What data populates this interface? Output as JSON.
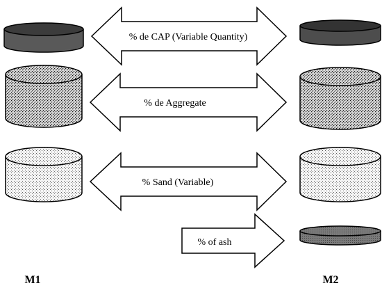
{
  "diagram": {
    "mixtures": {
      "left": "M1",
      "right": "M2"
    },
    "components": [
      {
        "label": "% de CAP (Variable Quantity)",
        "kind": "double-arrow",
        "texture": "solid-dark"
      },
      {
        "label": "% de Aggregate",
        "kind": "double-arrow",
        "texture": "dense-speckle"
      },
      {
        "label": "% Sand (Variable)",
        "kind": "double-arrow",
        "texture": "light-speckle"
      },
      {
        "label": "% of ash",
        "kind": "right-arrow",
        "texture": "gray-hatch"
      }
    ]
  }
}
